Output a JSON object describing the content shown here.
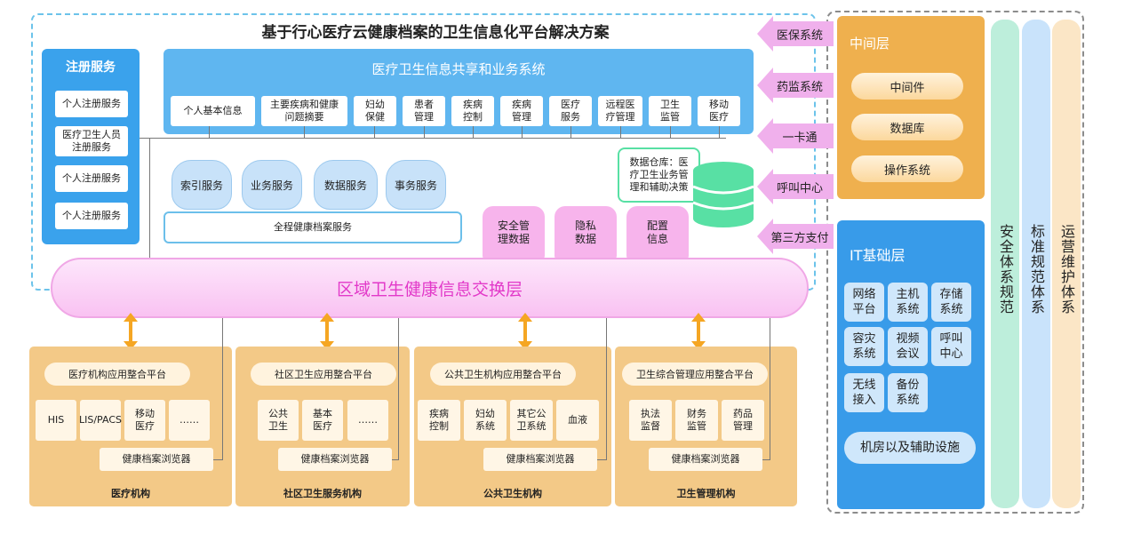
{
  "title": "基于行心医疗云健康档案的卫生信息化平台解决方案",
  "registration": {
    "label": "注册服务",
    "items": [
      "个人注册服务",
      "医疗卫生人员注册服务",
      "个人注册服务",
      "个人注册服务"
    ]
  },
  "sharing": {
    "label": "医疗卫生信息共享和业务系统",
    "items": [
      "个人基本信息",
      "主要疾病和健康问题摘要",
      "妇幼保健",
      "患者管理",
      "疾病控制",
      "疾病管理",
      "医疗服务",
      "远程医疗管理",
      "卫生监管",
      "移动医疗"
    ]
  },
  "services": [
    "索引服务",
    "业务服务",
    "数据服务",
    "事务服务"
  ],
  "lifecycle": "全程健康档案服务",
  "pink_services": [
    "安全管理数据",
    "隐私数据",
    "配置信息"
  ],
  "warehouse": "数据仓库：医疗卫生业务管理和辅助决策",
  "exchange": "区域卫生健康信息交换层",
  "external": [
    "医保系统",
    "药监系统",
    "一卡通",
    "呼叫中心",
    "第三方支付"
  ],
  "middle": {
    "label": "中间层",
    "items": [
      "中间件",
      "数据库",
      "操作系统"
    ]
  },
  "it": {
    "label": "IT基础层",
    "items": [
      "网络平台",
      "主机系统",
      "存储系统",
      "容灾系统",
      "视频会议",
      "呼叫中心",
      "无线接入",
      "备份系统"
    ],
    "facility": "机房以及辅助设施"
  },
  "side_columns": [
    "安全体系规范",
    "标准规范体系",
    "运营维护体系"
  ],
  "orgs": [
    {
      "platform": "医疗机构应用整合平台",
      "items": [
        "HIS",
        "LIS/PACS",
        "移动医疗",
        "……"
      ],
      "browser": "健康档案浏览器",
      "name": "医疗机构"
    },
    {
      "platform": "社区卫生应用整合平台",
      "items": [
        "公共卫生",
        "基本医疗",
        "……"
      ],
      "browser": "健康档案浏览器",
      "name": "社区卫生服务机构"
    },
    {
      "platform": "公共卫生机构应用整合平台",
      "items": [
        "疾病控制",
        "妇幼系统",
        "其它公卫系统",
        "血液"
      ],
      "browser": "健康档案浏览器",
      "name": "公共卫生机构"
    },
    {
      "platform": "卫生综合管理应用整合平台",
      "items": [
        "执法监督",
        "财务监管",
        "药品管理"
      ],
      "browser": "健康档案浏览器",
      "name": "卫生管理机构"
    }
  ],
  "colors": {
    "blue": "#3aa2ec",
    "orange": "#f3c987",
    "pink": "#f7b4ec",
    "green": "#58e0a4"
  }
}
